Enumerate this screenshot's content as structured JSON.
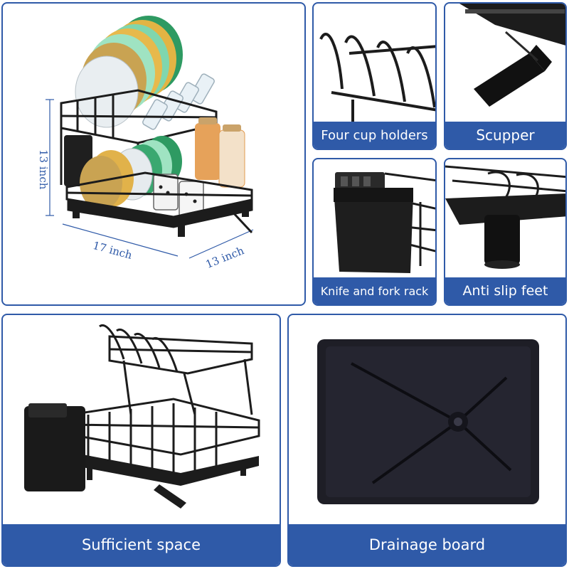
{
  "dimensions": {
    "height": "13 inch",
    "length": "17 inch",
    "width": "13 inch"
  },
  "captions": {
    "cup_holders": "Four cup holders",
    "scupper": "Scupper",
    "knife_fork": "Knife and fork rack",
    "anti_slip": "Anti slip feet",
    "space": "Sufficient space",
    "drainage": "Drainage board"
  },
  "colors": {
    "brand_blue": "#2f5aa8",
    "product_black": "#1c1c1c"
  }
}
